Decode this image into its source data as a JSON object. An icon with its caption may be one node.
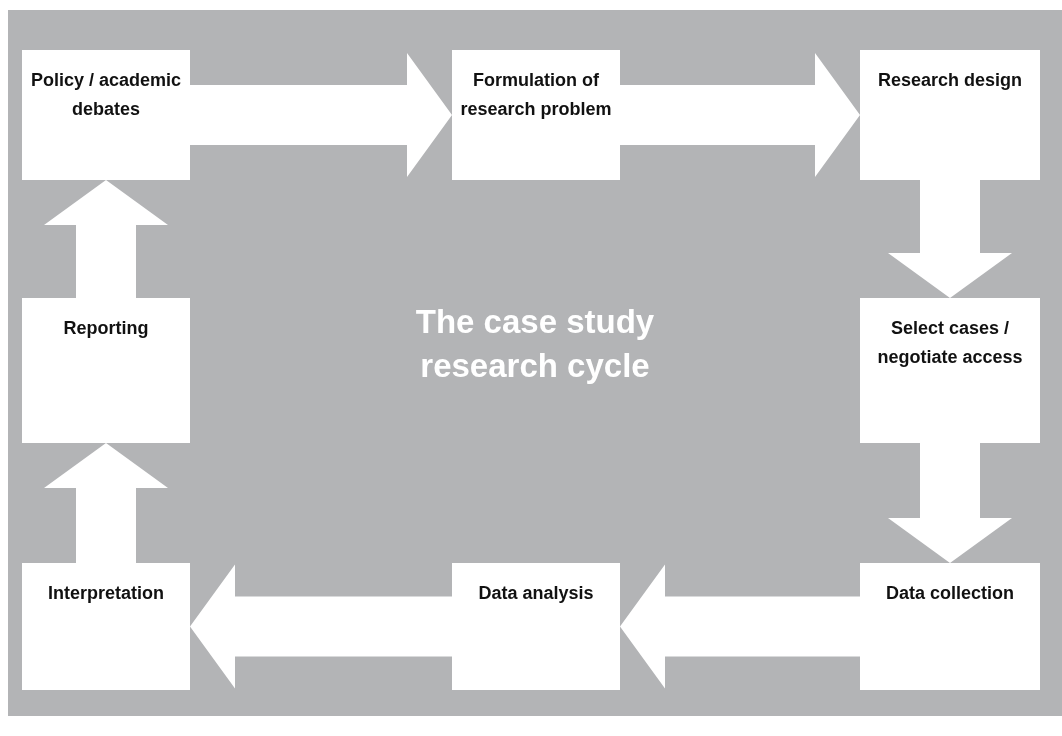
{
  "diagram": {
    "title": "The case study research cycle",
    "nodes": [
      {
        "text": [
          "Policy / academic debates"
        ]
      },
      {
        "text": [
          "Formulation of research problem"
        ]
      },
      {
        "text": [
          "Research design"
        ]
      },
      {
        "text": [
          "Select cases / negotiate access"
        ]
      },
      {
        "text": [
          "Data collection"
        ]
      },
      {
        "text": [
          "Data analysis"
        ]
      },
      {
        "text": [
          "Interpretation"
        ]
      },
      {
        "text": [
          "Reporting"
        ]
      }
    ],
    "edges": [
      {
        "from": 0,
        "to": 1,
        "arrow": "to",
        "style": "thick"
      },
      {
        "from": 1,
        "to": 2,
        "arrow": "to",
        "style": "thick"
      },
      {
        "from": 2,
        "to": 3,
        "arrow": "to",
        "style": "thick"
      },
      {
        "from": 3,
        "to": 4,
        "arrow": "to",
        "style": "thick"
      },
      {
        "from": 4,
        "to": 5,
        "arrow": "to",
        "style": "thick"
      },
      {
        "from": 5,
        "to": 6,
        "arrow": "to",
        "style": "thick"
      },
      {
        "from": 6,
        "to": 7,
        "arrow": "to",
        "style": "thick"
      },
      {
        "from": 7,
        "to": 0,
        "arrow": "to",
        "style": "thick"
      }
    ]
  }
}
